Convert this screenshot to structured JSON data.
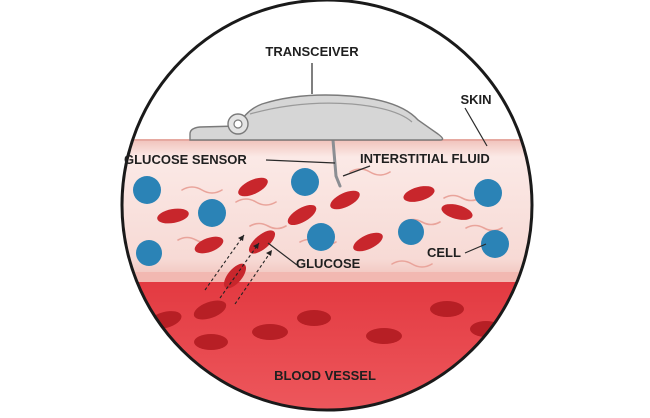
{
  "labels": {
    "transceiver": "TRANSCEIVER",
    "skin": "SKIN",
    "glucose_sensor": "GLUCOSE SENSOR",
    "interstitial_fluid": "INTERSTITIAL FLUID",
    "glucose": "GLUCOSE",
    "cell": "CELL",
    "blood_vessel": "BLOOD VESSEL"
  },
  "colors": {
    "outline": "#1a1a1a",
    "skin_band": "#f3c9c3",
    "fluid_band": "#f6dcd7",
    "blood": "#e8454b",
    "red_cell": "#c8262c",
    "blue_cell": "#2b83b6",
    "transceiver": "#d3d3d3"
  }
}
